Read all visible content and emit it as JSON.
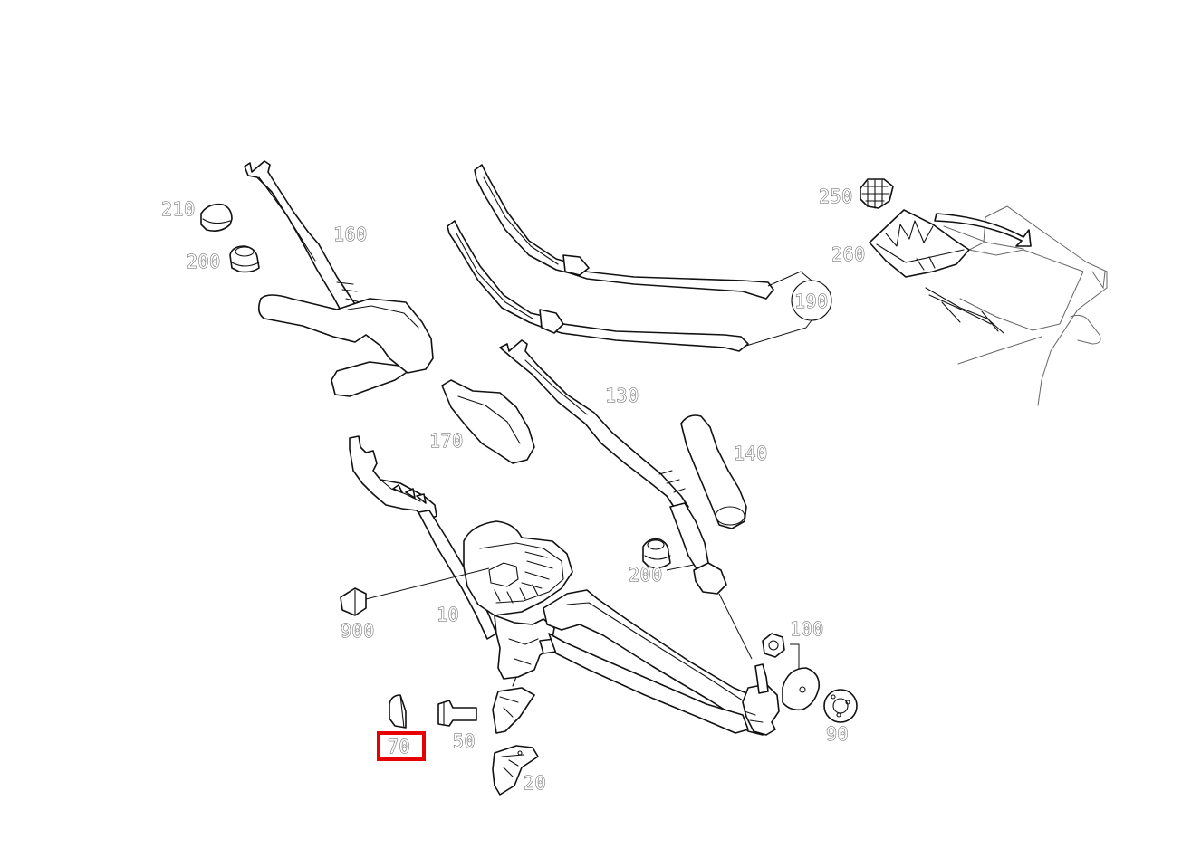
{
  "highlight_color": "#e60000",
  "highlighted_part": "70",
  "labels": {
    "p10": "10",
    "p20": "20",
    "p50": "50",
    "p70": "70",
    "p90": "90",
    "p100": "100",
    "p130": "130",
    "p140": "140",
    "p160": "160",
    "p170": "170",
    "p190": "190",
    "p200a": "200",
    "p200b": "200",
    "p210": "210",
    "p250": "250",
    "p260": "260",
    "p900": "900"
  }
}
